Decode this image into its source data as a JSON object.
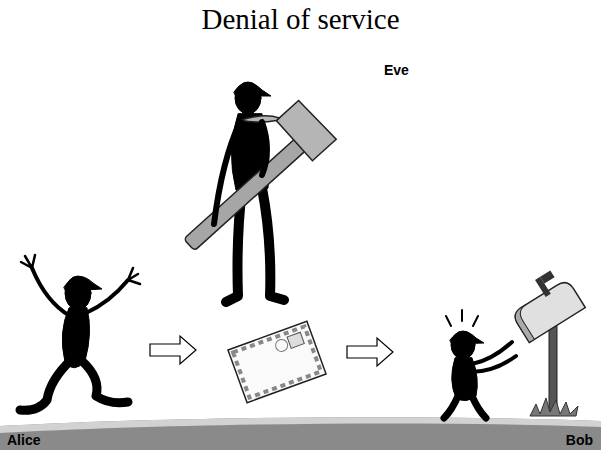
{
  "diagram": {
    "title": "Denial of service",
    "labels": [
      "Eve",
      "Alice",
      "Bob"
    ]
  }
}
